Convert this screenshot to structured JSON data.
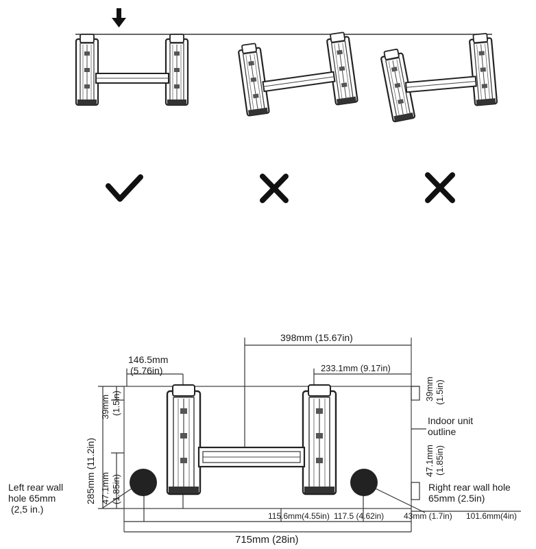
{
  "figure_top": {
    "arrow_icon": "down-arrow-icon",
    "correct_icon": "checkmark-icon",
    "incorrect_icon": "cross-icon"
  },
  "figure_bottom": {
    "dim_398": "398mm (15.67in)",
    "dim_146_mm": "146.5mm",
    "dim_146_in": "(5.76in)",
    "dim_233": "233.1mm (9.17in)",
    "dim_39_right_mm": "39mm",
    "dim_39_right_in": "(1.5in)",
    "dim_285": "285mm (11.2in)",
    "dim_39_left_mm": "39mm",
    "dim_39_left_in": "(1.5in)",
    "dim_47_left_mm": "47.1mm",
    "dim_47_left_in": "(1.85in)",
    "dim_47_right_mm": "47.1mm",
    "dim_47_right_in": "(1.85in)",
    "indoor_unit_line1": "Indoor unit",
    "indoor_unit_line2": "outline",
    "left_hole_line1": "Left rear wall",
    "left_hole_line2": "hole 65mm",
    "left_hole_line3": "(2,5 in.)",
    "right_hole_line1": "Right rear wall hole",
    "right_hole_line2": "65mm (2.5in)",
    "dim_115": "115.6mm(4.55in)",
    "dim_117": "117.5 (4.62in)",
    "dim_43": "43mm (1.7in)",
    "dim_101": "101.6mm(4in)",
    "dim_715": "715mm (28in)"
  }
}
